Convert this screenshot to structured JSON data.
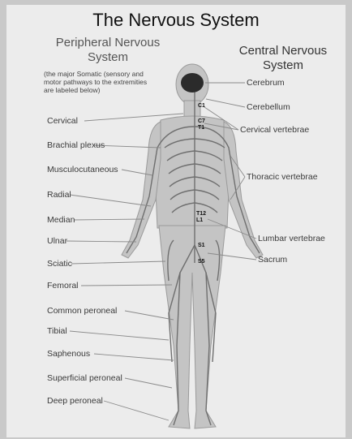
{
  "title": "The Nervous System",
  "peripheral": {
    "heading_line1": "Peripheral Nervous",
    "heading_line2": "System",
    "note_line1": "(the major Somatic (sensory and",
    "note_line2": "motor pathways to the extremities",
    "note_line3": "are labeled below)",
    "labels": [
      "Cervical",
      "Brachial plexus",
      "Musculocutaneous",
      "Radial",
      "Median",
      "Ulnar",
      "Sciatic",
      "Femoral",
      "Common peroneal",
      "Tibial",
      "Saphenous",
      "Superficial peroneal",
      "Deep peroneal"
    ]
  },
  "central": {
    "heading_line1": "Central Nervous",
    "heading_line2": "System",
    "labels": [
      "Cerebrum",
      "Cerebellum",
      "Cervical vertebrae",
      "Thoracic vertebrae",
      "Lumbar vertebrae",
      "Sacrum"
    ]
  },
  "vertebra_markers": [
    "C1",
    "C7",
    "T1",
    "T12",
    "L1",
    "S1",
    "S5"
  ],
  "colors": {
    "background": "#ececec",
    "body_fill": "#c4c4c4",
    "nerve": "#6f6f6f",
    "brain": "#2b2b2b",
    "leader_line": "#8a8a8a"
  }
}
